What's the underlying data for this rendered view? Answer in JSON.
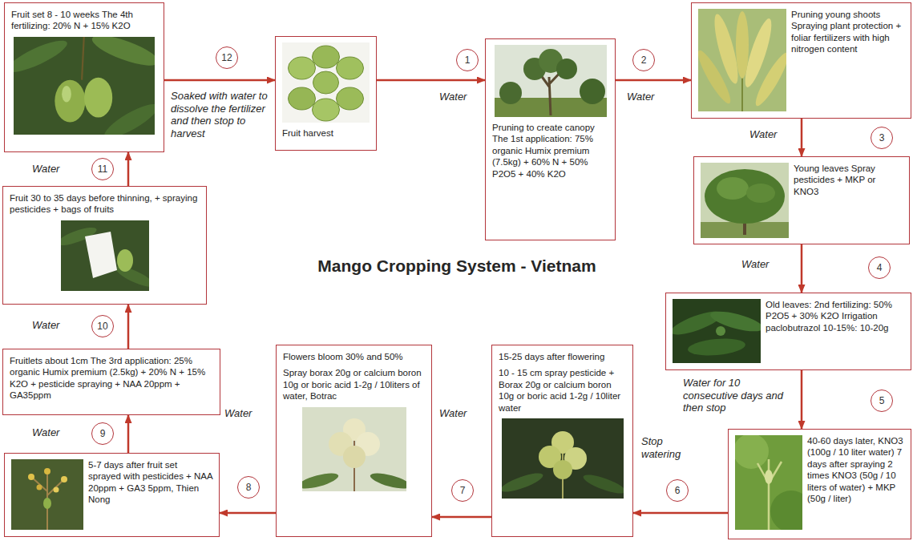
{
  "diagram": {
    "title": "Mango Cropping System - Vietnam",
    "nodes": [
      {
        "text": [
          "Fruit set 8 - 10 weeks The 4th fertilizing: 20% N + 15% K2O"
        ]
      },
      {
        "text": [
          "Fruit harvest"
        ]
      },
      {
        "text": [
          "Pruning to create canopy The 1st application: 75% organic Humix premium (7.5kg) + 60% N + 50% P2O5 + 40% K2O"
        ]
      },
      {
        "text": [
          "Pruning young shoots Spraying plant protection + foliar fertilizers with high nitrogen content"
        ]
      },
      {
        "text": [
          "Young leaves Spray pesticides + MKP or KNO3"
        ]
      },
      {
        "text": [
          "Old leaves: 2nd fertilizing: 50% P2O5 + 30% K2O Irrigation paclobutrazol 10-15%: 10-20g"
        ]
      },
      {
        "text": [
          "40-60 days later, KNO3 (100g / 10 liter water) 7 days after spraying 2 times KNO3 (50g / 10 liters of water) + MKP (50g / liter)"
        ]
      },
      {
        "text": [
          "15-25 days after flowering",
          "10 - 15 cm spray pesticide + Borax 20g or calcium boron 10g or boric acid 1-2g / 10liter water"
        ]
      },
      {
        "text": [
          "Flowers bloom 30% and 50%",
          "Spray borax 20g or calcium boron 10g or boric acid 1-2g / 10liters of water, Botrac"
        ]
      },
      {
        "text": [
          "5-7 days after fruit set sprayed with pesticides + NAA 20ppm + GA3 5ppm, Thien Nong"
        ]
      },
      {
        "text": [
          "Fruitlets about 1cm The 3rd application: 25% organic Humix premium (2.5kg) + 20% N + 15% K2O + pesticide spraying + NAA 20ppm + GA35ppm"
        ]
      },
      {
        "text": [
          "Fruit 30 to 35 days before thinning, + spraying pesticides + bags of fruits"
        ]
      }
    ],
    "edges": [
      {
        "from": 0,
        "to": 1,
        "arrow": "to",
        "label": "Soaked with water to dissolve the fertilizer and then stop to harvest"
      },
      {
        "from": 1,
        "to": 2,
        "arrow": "to",
        "label": "Water"
      },
      {
        "from": 2,
        "to": 3,
        "arrow": "to",
        "label": "Water"
      },
      {
        "from": 3,
        "to": 4,
        "arrow": "to",
        "label": "Water"
      },
      {
        "from": 4,
        "to": 5,
        "arrow": "to",
        "label": "Water"
      },
      {
        "from": 5,
        "to": 6,
        "arrow": "to",
        "label": "Water for 10 consecutive days and then stop"
      },
      {
        "from": 6,
        "to": 7,
        "arrow": "to",
        "label": "Stop watering"
      },
      {
        "from": 7,
        "to": 8,
        "arrow": "to",
        "label": "Water"
      },
      {
        "from": 8,
        "to": 9,
        "arrow": "to",
        "label": "Water"
      },
      {
        "from": 9,
        "to": 10,
        "arrow": "to",
        "label": "Water"
      },
      {
        "from": 10,
        "to": 11,
        "arrow": "to",
        "label": "Water"
      },
      {
        "from": 11,
        "to": 0,
        "arrow": "to",
        "label": "Water"
      }
    ],
    "labels": [
      "1",
      "2",
      "3",
      "4",
      "5",
      "6",
      "7",
      "8",
      "9",
      "10",
      "11",
      "12"
    ]
  }
}
